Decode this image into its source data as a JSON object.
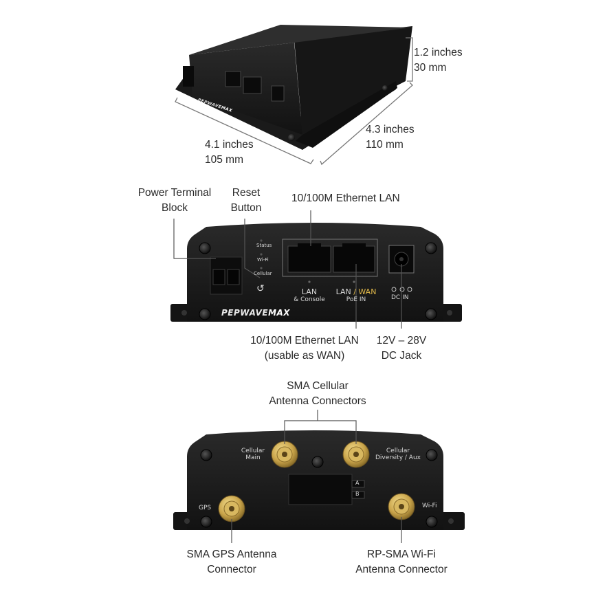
{
  "dimensions": {
    "height_inches": "1.2 inches",
    "height_mm": "30 mm",
    "depth_inches": "4.3 inches",
    "depth_mm": "110 mm",
    "width_inches": "4.1 inches",
    "width_mm": "105 mm"
  },
  "front_panel": {
    "callouts": {
      "power_terminal_line1": "Power Terminal",
      "power_terminal_line2": "Block",
      "reset_line1": "Reset",
      "reset_line2": "Button",
      "ethernet_lan": "10/100M Ethernet LAN",
      "ethernet_wan_line1": "10/100M Ethernet LAN",
      "ethernet_wan_line2": "(usable as WAN)",
      "dc_line1": "12V – 28V",
      "dc_line2": "DC Jack"
    },
    "printed": {
      "status": "Status",
      "wifi": "Wi-Fi",
      "cellular": "Cellular",
      "lan": "LAN",
      "lan_sub": "& Console",
      "lan_wan_a": "LAN",
      "lan_wan_slash": " / ",
      "lan_wan_b": "WAN",
      "lan_wan_sub": "PoE IN",
      "dc_in": "DC IN",
      "brand": "PEPWAVE",
      "brand_max": "MAX",
      "reset_symbol": "↺"
    }
  },
  "back_panel": {
    "callouts": {
      "sma_cellular_line1": "SMA Cellular",
      "sma_cellular_line2": "Antenna Connectors",
      "gps_line1": "SMA GPS Antenna",
      "gps_line2": "Connector",
      "wifi_line1": "RP-SMA Wi-Fi",
      "wifi_line2": "Antenna Connector"
    },
    "printed": {
      "cellular_main_1": "Cellular",
      "cellular_main_2": "Main",
      "cellular_div_1": "Cellular",
      "cellular_div_2": "Diversity / Aux",
      "gps": "GPS",
      "wifi": "Wi-Fi",
      "sim_a": "A",
      "sim_b": "B"
    }
  },
  "colors": {
    "device_body": "#1c1c1c",
    "connector_gold": "#c9a44a",
    "wan_accent": "#e0b84a"
  }
}
